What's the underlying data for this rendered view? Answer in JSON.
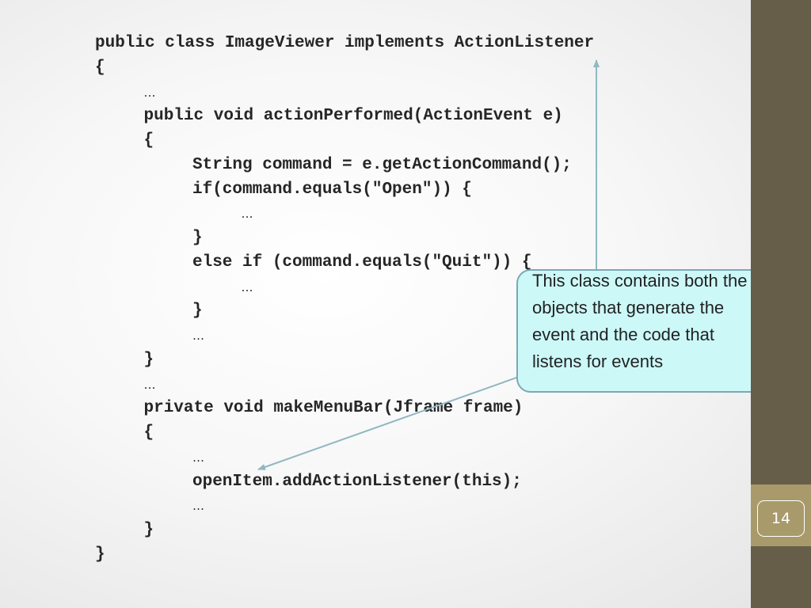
{
  "code": {
    "lines": [
      {
        "text": "public class ImageViewer implements ActionListener",
        "indent": 0
      },
      {
        "text": "{",
        "indent": 0
      },
      {
        "text": "…",
        "indent": 1,
        "ellipsis": true
      },
      {
        "text": "public void actionPerformed(ActionEvent e)",
        "indent": 1
      },
      {
        "text": "{",
        "indent": 1
      },
      {
        "text": "String command = e.getActionCommand();",
        "indent": 2
      },
      {
        "text": "if(command.equals(\"Open\")) {",
        "indent": 2
      },
      {
        "text": "…",
        "indent": 3,
        "ellipsis": true
      },
      {
        "text": "}",
        "indent": 2
      },
      {
        "text": "else if (command.equals(\"Quit\")) {",
        "indent": 2
      },
      {
        "text": "…",
        "indent": 3,
        "ellipsis": true
      },
      {
        "text": "}",
        "indent": 2
      },
      {
        "text": "…",
        "indent": 2,
        "ellipsis": true
      },
      {
        "text": "}",
        "indent": 1
      },
      {
        "text": "…",
        "indent": 1,
        "ellipsis": true
      },
      {
        "text": "private void makeMenuBar(Jframe frame)",
        "indent": 1
      },
      {
        "text": "{",
        "indent": 1
      },
      {
        "text": "…",
        "indent": 2,
        "ellipsis": true
      },
      {
        "text": "openItem.addActionListener(this);",
        "indent": 2
      },
      {
        "text": "…",
        "indent": 2,
        "ellipsis": true
      },
      {
        "text": "}",
        "indent": 1
      },
      {
        "text": "}",
        "indent": 0
      }
    ]
  },
  "callout": {
    "text": "This class contains both the objects that generate the event and the code that listens for events"
  },
  "slide": {
    "page_number": "14"
  },
  "colors": {
    "sidebar": "#665e49",
    "page_box": "#a89a6b",
    "callout_fill": "#ccf8f8",
    "callout_border": "#7ea8b4",
    "arrow": "#8fb8c0",
    "code_text": "#262626"
  }
}
